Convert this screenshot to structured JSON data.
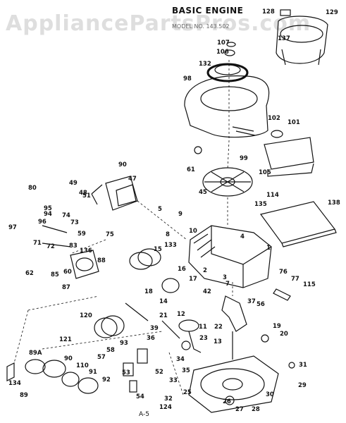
{
  "title": "BASIC ENGINE",
  "model_line": "MODEL NO. 143.502",
  "watermark": "AppliancePartsPros.com",
  "footer": "A-5",
  "part_numbers": [
    "128",
    "129",
    "137",
    "107",
    "106",
    "132",
    "98",
    "102",
    "101",
    "99",
    "61",
    "105",
    "114",
    "45",
    "135",
    "138",
    "90",
    "47",
    "49",
    "51",
    "48",
    "80",
    "95",
    "94",
    "97",
    "96",
    "74",
    "73",
    "75",
    "72",
    "71",
    "59",
    "83",
    "136",
    "62",
    "85",
    "60",
    "87",
    "88",
    "5",
    "9",
    "10",
    "8",
    "133",
    "15",
    "16",
    "18",
    "2",
    "3",
    "1",
    "7",
    "17",
    "42",
    "14",
    "21",
    "12",
    "22",
    "13",
    "11",
    "76",
    "77",
    "115",
    "37",
    "56",
    "120",
    "39",
    "121",
    "93",
    "36",
    "58",
    "57",
    "53",
    "52",
    "34",
    "35",
    "23",
    "89A",
    "90",
    "110",
    "91",
    "134",
    "92",
    "89",
    "54",
    "33",
    "32",
    "124",
    "25",
    "26",
    "27",
    "28",
    "30",
    "29",
    "31",
    "19",
    "20",
    "4"
  ]
}
